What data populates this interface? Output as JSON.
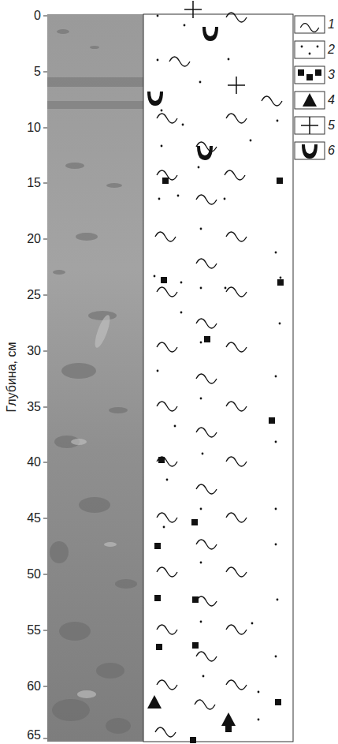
{
  "diagram": {
    "labels": [
      "0",
      "5",
      "10",
      "15",
      "20",
      "25",
      "30",
      "35",
      "40",
      "45",
      "50",
      "55",
      "60",
      "65",
      "Глубина, см"
    ],
    "legend": [
      {
        "text": "1"
      },
      {
        "text": "2"
      },
      {
        "text": "3"
      },
      {
        "text": "4"
      },
      {
        "text": "5"
      },
      {
        "text": "6"
      }
    ]
  }
}
